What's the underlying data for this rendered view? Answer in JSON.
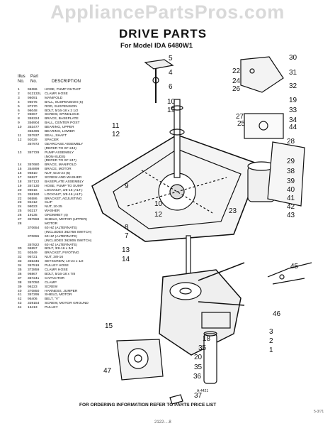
{
  "watermark": "AppliancePartsPros.com",
  "title": "DRIVE PARTS",
  "subtitle": "For Model IDA 6480W1",
  "header": {
    "illus": "Illus",
    "no": "No.",
    "part": "Part",
    "part_no": "No.",
    "description": "DESCRIPTION"
  },
  "parts": [
    {
      "n": "1",
      "p": "96386",
      "d": "HOSE, PUMP OUTLET"
    },
    {
      "n": "2",
      "p": "912132L",
      "d": "CLAMP, HOSE"
    },
    {
      "n": "3",
      "p": "96091",
      "d": "MANIFOLD"
    },
    {
      "n": "4",
      "p": "96075",
      "d": "BALL, SUSPENSION (6)"
    },
    {
      "n": "5",
      "p": "87270",
      "d": "ROD, SUSPENSION"
    },
    {
      "n": "6",
      "p": "96048",
      "d": "BOLT, 5/16-18 x 2 1/2"
    },
    {
      "n": "7",
      "p": "96067",
      "d": "SCREW, SPINDLOCK"
    },
    {
      "n": "8",
      "p": "355324",
      "d": "BRACE, BASEPLATE"
    },
    {
      "n": "9",
      "p": "356904",
      "d": "BALL, CENTER POST"
    },
    {
      "n": "10",
      "p": "353477",
      "d": "BEARING, UPPER"
    },
    {
      "n": "",
      "p": "356495",
      "d": "BEARING, LOWER"
    },
    {
      "n": "11",
      "p": "357937",
      "d": "SEAL, SHAFT"
    },
    {
      "n": "12",
      "p": "92029",
      "d": "SPACER"
    },
    {
      "n": "",
      "p": "357972",
      "d": "GEARCASE ASSEMBLY"
    },
    {
      "n": "",
      "p": "",
      "d": "(REFER TO SF 242)"
    },
    {
      "n": "13",
      "p": "357729",
      "d": "PUMP ASSEMBLY"
    },
    {
      "n": "",
      "p": "",
      "d": "(NON-SUDS)"
    },
    {
      "n": "",
      "p": "",
      "d": "(REFER TO SF 247)"
    },
    {
      "n": "14",
      "p": "357680",
      "d": "BRACE, MANIFOLD"
    },
    {
      "n": "15",
      "p": "354899",
      "d": "BRACE, MOTOR"
    },
    {
      "n": "16",
      "p": "96810",
      "d": "NUT, 5/16-24 (5)"
    },
    {
      "n": "17",
      "p": "96527",
      "d": "SCREW AND WASHER"
    },
    {
      "n": "18",
      "p": "357122",
      "d": "BASEPLATE ASSEMBLY"
    },
    {
      "n": "19",
      "p": "357130",
      "d": "HOSE, PUMP TO SUMP"
    },
    {
      "n": "20",
      "p": "96016",
      "d": "LOCKNUT, 3/8-16 (ALT.)"
    },
    {
      "n": "21",
      "p": "358160",
      "d": "LOCKNUT, 3/8-16 (ALT.)"
    },
    {
      "n": "22",
      "p": "95586",
      "d": "BRACKET, ADJUSTING"
    },
    {
      "n": "23",
      "p": "92412",
      "d": "CLIP"
    },
    {
      "n": "24",
      "p": "98023",
      "d": "NUT, 10-25"
    },
    {
      "n": "25",
      "p": "93217",
      "d": "WASHER"
    },
    {
      "n": "26",
      "p": "19135",
      "d": "GROMMET (4)"
    },
    {
      "n": "27",
      "p": "357559",
      "d": "SHIELD, MOTOR (UPPER)"
    },
    {
      "n": "28",
      "p": "",
      "d": "MOTOR"
    },
    {
      "n": "",
      "p": "370654",
      "d": "60 HZ (ALTERNATE)"
    },
    {
      "n": "",
      "p": "",
      "d": "(INCLUDES 362758 SWITCH)"
    },
    {
      "n": "",
      "p": "370655",
      "d": "60 HZ (ALTERNATE)"
    },
    {
      "n": "",
      "p": "",
      "d": "(INCLUDES 362806 SWITCH)"
    },
    {
      "n": "",
      "p": "357822",
      "d": "60 HZ (ALTERNATE)"
    },
    {
      "n": "30",
      "p": "96557",
      "d": "BOLT, 3/8-16 x 3/4"
    },
    {
      "n": "31",
      "p": "93549",
      "d": "BRACKET, PIVOTING"
    },
    {
      "n": "32",
      "p": "95721",
      "d": "NUT, 3/8-16"
    },
    {
      "n": "33",
      "p": "355345",
      "d": "SETSCREW, 10-24 x 1/2"
    },
    {
      "n": "34",
      "p": "357519",
      "d": "PULLEY HOSE"
    },
    {
      "n": "35",
      "p": "373859",
      "d": "CLAMP, HOSE"
    },
    {
      "n": "36",
      "p": "96867",
      "d": "BOLT, 5/16-18 x 7/8"
    },
    {
      "n": "37",
      "p": "357241",
      "d": "CAPACITOR"
    },
    {
      "n": "38",
      "p": "357050",
      "d": "CLAMP"
    },
    {
      "n": "39",
      "p": "96223",
      "d": "SCREW"
    },
    {
      "n": "40",
      "p": "370850",
      "d": "HARNESS, JUMPER"
    },
    {
      "n": "41",
      "p": "357295",
      "d": "SHIELD, MOTOR"
    },
    {
      "n": "42",
      "p": "95406",
      "d": "BELT, \"V\""
    },
    {
      "n": "43",
      "p": "339154",
      "d": "SCREW, MOTOR GROUND"
    },
    {
      "n": "44",
      "p": "16413",
      "d": "PULLEY"
    }
  ],
  "callouts": [
    {
      "label": "5"
    },
    {
      "label": "4"
    },
    {
      "label": "6"
    },
    {
      "label": "10"
    },
    {
      "label": "19"
    },
    {
      "label": "11"
    },
    {
      "label": "12"
    },
    {
      "label": "9"
    },
    {
      "label": "10"
    },
    {
      "label": "12"
    },
    {
      "label": "8"
    },
    {
      "label": "7"
    },
    {
      "label": "13"
    },
    {
      "label": "14"
    },
    {
      "label": "45"
    },
    {
      "label": "46"
    },
    {
      "label": "15"
    },
    {
      "label": "47"
    },
    {
      "label": "18"
    },
    {
      "label": "35"
    },
    {
      "label": "20"
    },
    {
      "label": "35"
    },
    {
      "label": "36"
    },
    {
      "label": "37"
    },
    {
      "label": "3"
    },
    {
      "label": "2"
    },
    {
      "label": "1"
    },
    {
      "label": "30"
    },
    {
      "label": "22"
    },
    {
      "label": "31"
    },
    {
      "label": "24"
    },
    {
      "label": "26"
    },
    {
      "label": "32"
    },
    {
      "label": "19"
    },
    {
      "label": "33"
    },
    {
      "label": "27"
    },
    {
      "label": "34"
    },
    {
      "label": "25"
    },
    {
      "label": "44"
    },
    {
      "label": "28"
    },
    {
      "label": "29"
    },
    {
      "label": "38"
    },
    {
      "label": "39"
    },
    {
      "label": "40"
    },
    {
      "label": "41"
    },
    {
      "label": "42"
    },
    {
      "label": "43"
    },
    {
      "label": "23"
    }
  ],
  "fig_code": "A-4421",
  "footer": "FOR ORDERING INFORMATION REFER TO PARTS PRICE LIST",
  "corner_code": "5-3/71",
  "bottom_code": "2122-...8"
}
